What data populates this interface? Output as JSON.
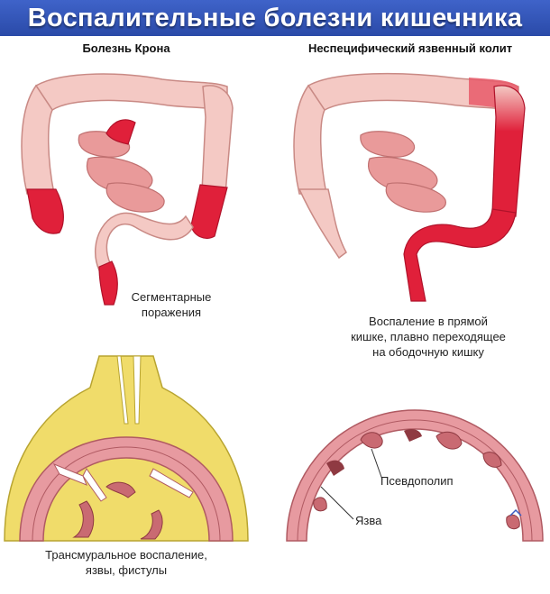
{
  "title": "Воспалительные болезни кишечника",
  "left_heading": "Болезнь Крона",
  "right_heading": "Неспецифический язвенный колит",
  "crohn_caption_line1": "Сегментарные",
  "crohn_caption_line2": "поражения",
  "uc_caption_line1": "Воспаление в прямой",
  "uc_caption_line2": "кишке, плавно переходящее",
  "uc_caption_line3": "на ободочную кишку",
  "crohn_wall_caption_line1": "Трансмуральное воспаление,",
  "crohn_wall_caption_line2": "язвы, фистулы",
  "pseudopolyp_label": "Псевдополип",
  "ulcer_label": "Язва",
  "colors": {
    "banner": "#3a5cc2",
    "intestine": "#f4c9c4",
    "intestine_outline": "#c98a85",
    "inflamed": "#e0203a",
    "fat": "#f0dc6a",
    "mucosa": "#e79aa0"
  }
}
